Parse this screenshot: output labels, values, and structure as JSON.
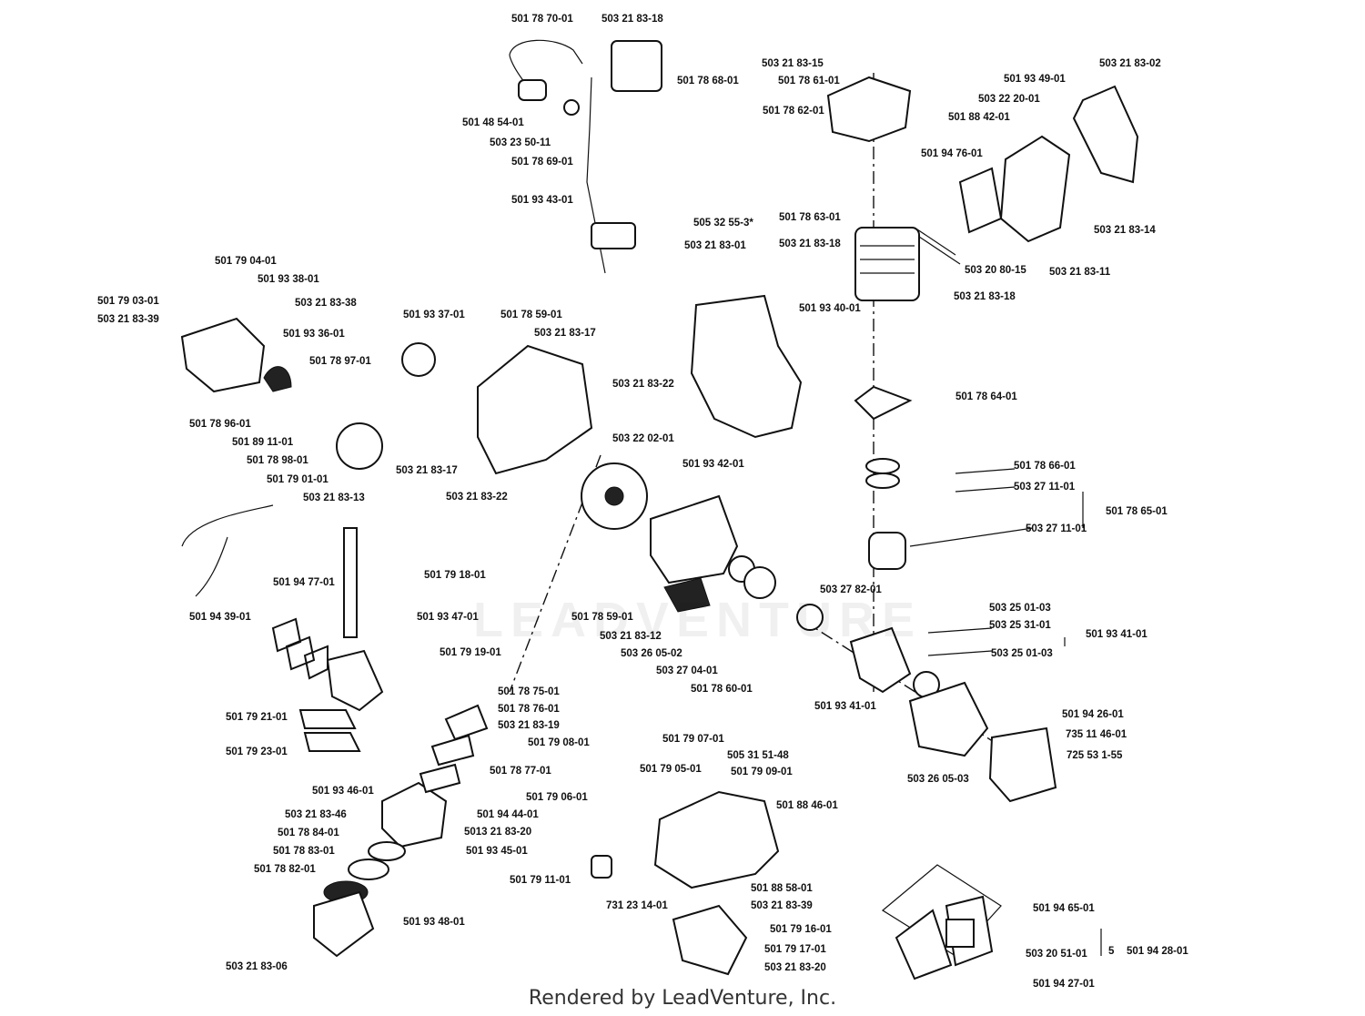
{
  "watermark": "LEADVENTURE",
  "footer": "Rendered by LeadVenture, Inc.",
  "labels": [
    "501 78 70-01",
    "503 21 83-18",
    "501 78 68-01",
    "501 48 54-01",
    "503 23 50-11",
    "501 78 69-01",
    "501 93 43-01",
    "505 32 55-3*",
    "503 21 83-01",
    "503 21 83-15",
    "501 78 61-01",
    "501 78 62-01",
    "503 21 83-02",
    "501 93 49-01",
    "503 22 20-01",
    "501 88 42-01",
    "501 94 76-01",
    "503 21 83-14",
    "501 78 63-01",
    "503 21 83-18",
    "503 20 80-15",
    "503 21 83-11",
    "503 21 83-18",
    "501 93 40-01",
    "501 79 04-01",
    "501 93 38-01",
    "501 79 03-01",
    "503 21 83-39",
    "503 21 83-38",
    "501 93 37-01",
    "501 93 36-01",
    "501 78 59-01",
    "503 21 83-17",
    "501 78 97-01",
    "503 21 83-22",
    "501 78 96-01",
    "501 89 11-01",
    "501 78 98-01",
    "501 79 01-01",
    "503 21 83-13",
    "503 21 83-17",
    "503 21 83-22",
    "503 22 02-01",
    "501 93 42-01",
    "501 78 64-01",
    "501 78 66-01",
    "503 27 11-01",
    "501 78 65-01",
    "503 27 11-01",
    "501 94 77-01",
    "501 79 18-01",
    "501 94 39-01",
    "501 93 47-01",
    "501 78 59-01",
    "503 21 83-12",
    "503 27 82-01",
    "503 25 01-03",
    "503 25 31-01",
    "501 93 41-01",
    "503 25 01-03",
    "501 79 19-01",
    "503 26 05-02",
    "503 27 04-01",
    "501 78 60-01",
    "501 93 41-01",
    "501 79 21-01",
    "501 78 75-01",
    "501 78 76-01",
    "503 21 83-19",
    "501 79 08-01",
    "501 79 23-01",
    "501 79 07-01",
    "501 78 77-01",
    "505 31 51-48",
    "501 79 05-01",
    "501 79 09-01",
    "501 94 26-01",
    "735 11 46-01",
    "725 53 1-55",
    "503 26 05-03",
    "501 93 46-01",
    "503 21 83-46",
    "501 94 44-01",
    "501 79 06-01",
    "501 88 46-01",
    "501 78 84-01",
    "5013 21 83-20",
    "501 78 83-01",
    "501 93 45-01",
    "501 78 82-01",
    "501 79 11-01",
    "501 88 58-01",
    "731 23 14-01",
    "503 21 83-39",
    "501 79 16-01",
    "501 93 48-01",
    "501 79 17-01",
    "503 21 83-06",
    "503 21 83-20",
    "501 94 65-01",
    "503 20 51-01",
    "5",
    "501 94 28-01",
    "501 94 27-01"
  ]
}
